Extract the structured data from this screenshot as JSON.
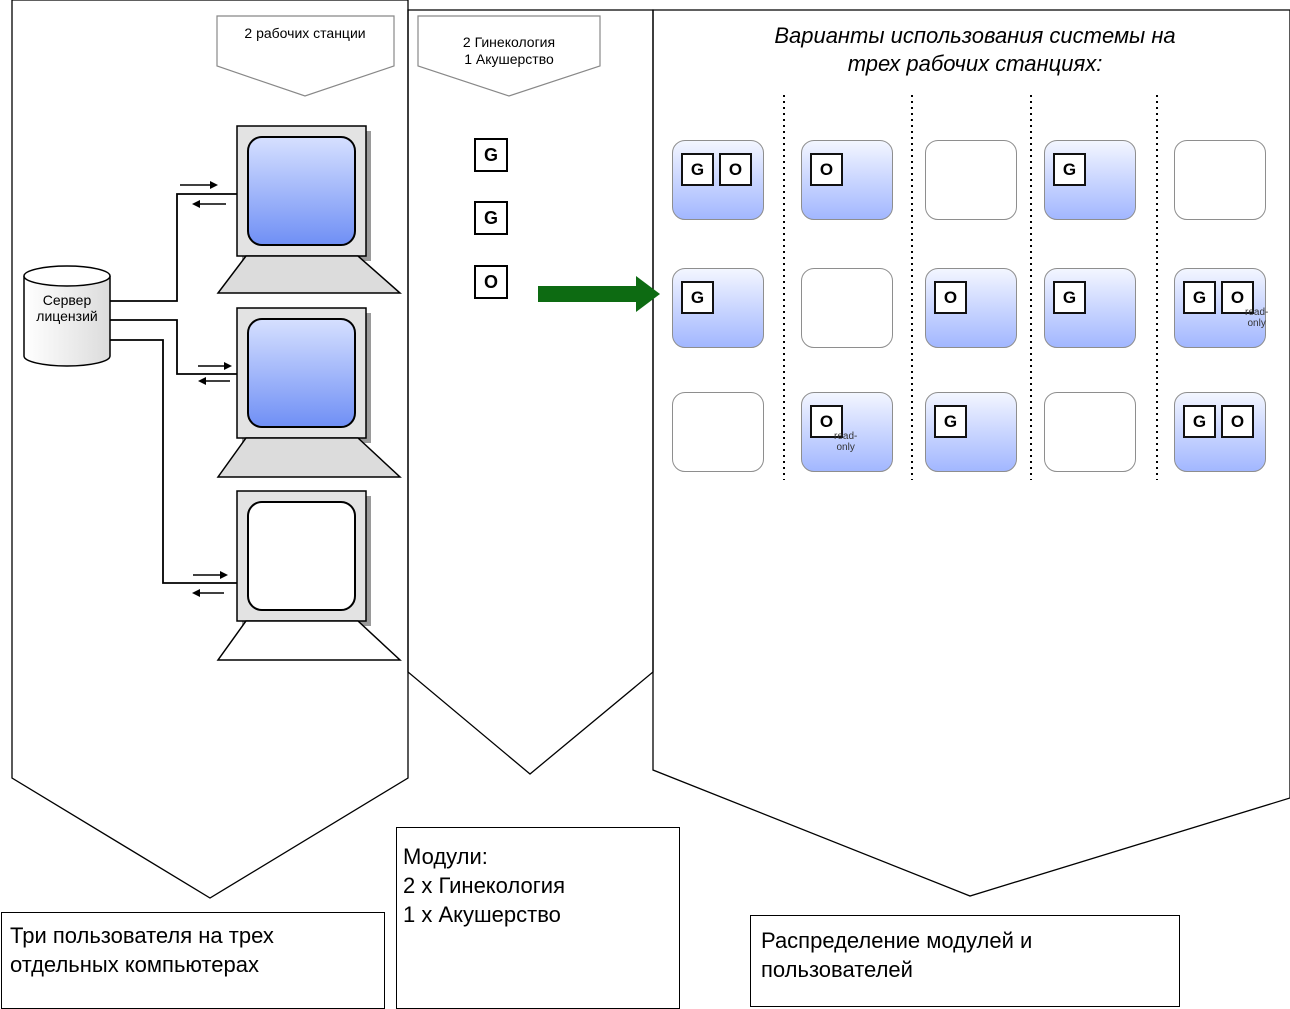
{
  "colors": {
    "screen": "#8aa8ff",
    "arrow": "#0d6b12",
    "monitor_frame": "#e3e3e3"
  },
  "icons": [
    "database-icon",
    "computer-monitor-icon",
    "arrow-right-icon",
    "module-icon"
  ],
  "left": {
    "header": "2 рабочих станции",
    "server": [
      "Сервер",
      "лицензий"
    ],
    "caption": [
      "Три пользователя на трех",
      "отдельных компьютерах"
    ]
  },
  "middle": {
    "header": [
      "2 Гинекология",
      "1 Акушерство"
    ],
    "modules": [
      "G",
      "G",
      "O"
    ],
    "caption": [
      "Модули:",
      "2 x Гинекология",
      "1 x Акушерство"
    ]
  },
  "right": {
    "title": [
      "Варианты использования системы на",
      "трех рабочих станциях:"
    ],
    "caption": [
      "Распределение модулей и",
      "пользователей"
    ],
    "read_only": [
      "read-",
      "only"
    ],
    "variants": [
      [
        {
          "active": true,
          "modules": [
            "G",
            "O"
          ],
          "read_only": false
        },
        {
          "active": true,
          "modules": [
            "G"
          ],
          "read_only": false
        },
        {
          "active": false,
          "modules": [],
          "read_only": false
        }
      ],
      [
        {
          "active": true,
          "modules": [
            "O"
          ],
          "read_only": false
        },
        {
          "active": false,
          "modules": [],
          "read_only": false
        },
        {
          "active": true,
          "modules": [
            "O"
          ],
          "read_only": true
        }
      ],
      [
        {
          "active": false,
          "modules": [],
          "read_only": false
        },
        {
          "active": true,
          "modules": [
            "O"
          ],
          "read_only": false
        },
        {
          "active": true,
          "modules": [
            "G"
          ],
          "read_only": false
        }
      ],
      [
        {
          "active": true,
          "modules": [
            "G"
          ],
          "read_only": false
        },
        {
          "active": true,
          "modules": [
            "G"
          ],
          "read_only": false
        },
        {
          "active": false,
          "modules": [],
          "read_only": false
        }
      ],
      [
        {
          "active": false,
          "modules": [],
          "read_only": false
        },
        {
          "active": true,
          "modules": [
            "G",
            "O"
          ],
          "read_only": true
        },
        {
          "active": true,
          "modules": [
            "G",
            "O"
          ],
          "read_only": false
        }
      ]
    ]
  }
}
